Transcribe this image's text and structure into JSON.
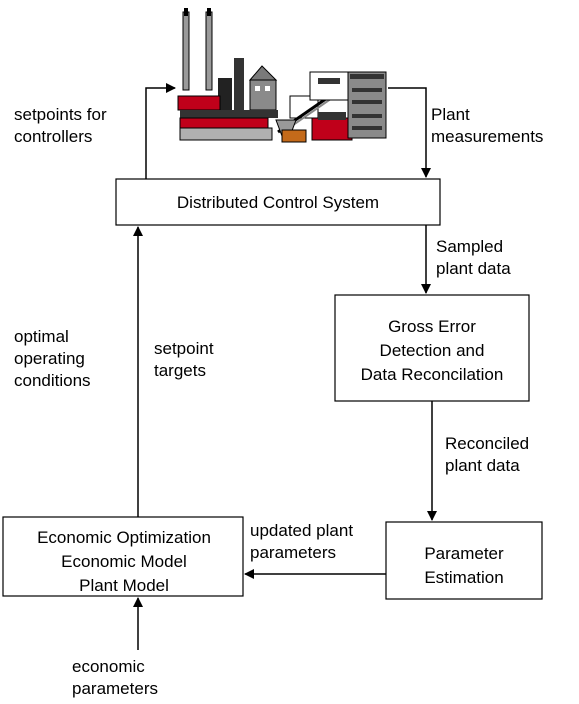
{
  "boxes": {
    "dcs": "Distributed Control System",
    "gross_error": [
      "Gross  Error",
      "Detection and",
      "Data Reconcilation"
    ],
    "param_est": [
      "Parameter",
      "Estimation"
    ],
    "econ_opt": [
      "Economic Optimization",
      "Economic Model",
      "Plant Model"
    ]
  },
  "labels": {
    "setpoints_controllers": [
      "setpoints for",
      "controllers"
    ],
    "plant_measurements": [
      "Plant",
      "measurements"
    ],
    "sampled_data": [
      "Sampled",
      "plant data"
    ],
    "optimal_conditions": [
      "optimal",
      "operating",
      "conditions"
    ],
    "setpoint_targets": [
      "setpoint",
      "targets"
    ],
    "reconciled_data": [
      "Reconciled",
      "plant data"
    ],
    "updated_params": [
      "updated plant",
      "parameters"
    ],
    "economic_params": [
      "economic",
      "parameters"
    ]
  },
  "colors": {
    "stroke": "#000000",
    "plant_red": "#c0001a",
    "plant_dark": "#333333",
    "plant_gray": "#a0a0a0",
    "plant_orange": "#c46a1a"
  },
  "icons": {
    "plant": "industrial-plant-icon"
  }
}
